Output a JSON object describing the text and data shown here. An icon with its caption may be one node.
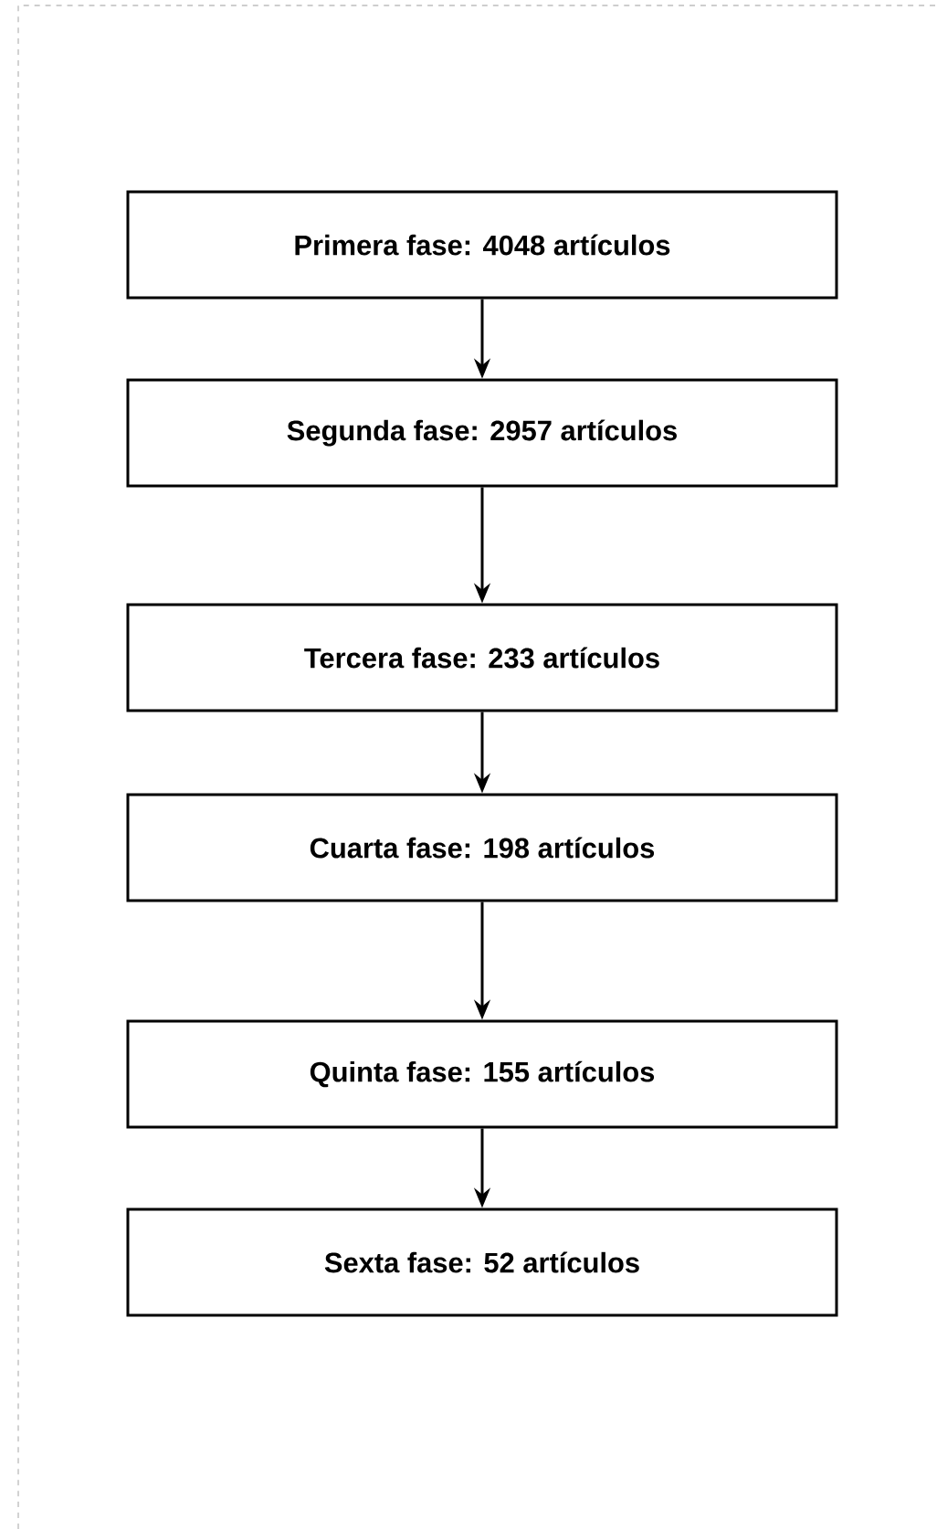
{
  "diagram": {
    "nodes": [
      {
        "text": [
          "Primera fase: 4048 artículos"
        ]
      },
      {
        "text": [
          "Segunda fase: 2957 artículos"
        ]
      },
      {
        "text": [
          "Tercera fase: 233 artículos"
        ]
      },
      {
        "text": [
          "Cuarta fase: 198 artículos"
        ]
      },
      {
        "text": [
          "Quinta fase: 155 artículos"
        ]
      },
      {
        "text": [
          "Sexta fase: 52 artículos"
        ]
      }
    ],
    "edges": [
      {
        "from": 0,
        "to": 1,
        "arrow": "to"
      },
      {
        "from": 1,
        "to": 2,
        "arrow": "to"
      },
      {
        "from": 2,
        "to": 3,
        "arrow": "to"
      },
      {
        "from": 3,
        "to": 4,
        "arrow": "to"
      },
      {
        "from": 4,
        "to": 5,
        "arrow": "to"
      }
    ]
  }
}
